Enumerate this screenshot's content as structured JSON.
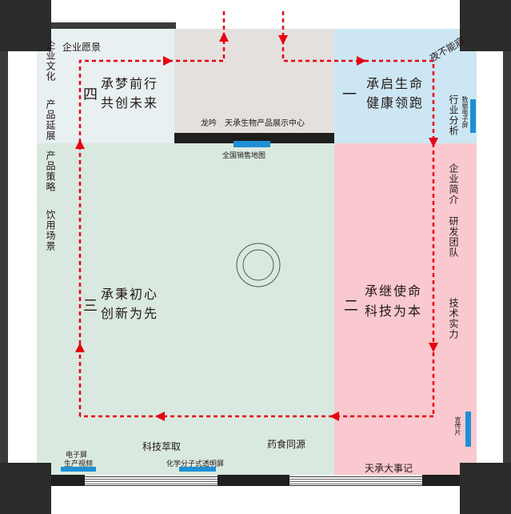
{
  "title": "龙吟　天承生物产品展示中心",
  "zones": {
    "one": {
      "number": "一",
      "line1": "承启生命",
      "line2": "健康领跑"
    },
    "two": {
      "number": "二",
      "line1": "承继使命",
      "line2": "科技为本"
    },
    "three": {
      "number": "三",
      "line1": "承秉初心",
      "line2": "创新为先"
    },
    "four": {
      "number": "四",
      "line1": "承梦前行",
      "line2": "共创未来"
    }
  },
  "labels": {
    "vision": "企业愿景",
    "culture": "企业文化",
    "extension": "产品延展",
    "strategy": "产品策略",
    "drink": "饮用场景",
    "night": "夜不能寐",
    "digital": "数据电子屏",
    "industry": "行业分析",
    "intro": "企业简介",
    "rnd": "研发团队",
    "tech": "技术实力",
    "brochure": "宣传片",
    "events": "天承大事记",
    "extraction": "科技萃取",
    "homology": "药食同源",
    "screen": "电子屏",
    "production": "生产视频",
    "molecule": "化学分子式透明屏",
    "salesmap": "全国销售地图"
  },
  "colors": {
    "zone_blue": "#cce6f4",
    "zone_pink": "#f9c9cf",
    "zone_green": "#d9e9df",
    "zone_grey": "#e4e0dd",
    "zone_light": "#e8f0f2",
    "route": "#e60012",
    "screen": "#1e8fd6"
  }
}
